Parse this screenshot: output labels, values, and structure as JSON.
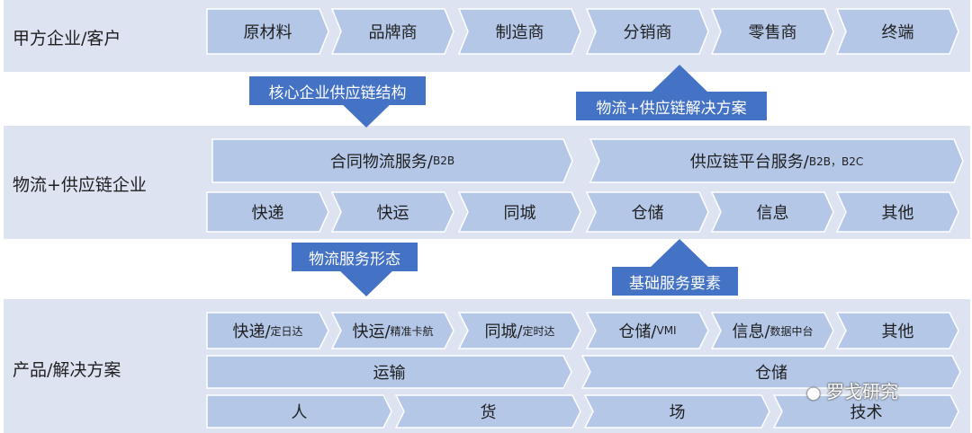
{
  "rows": {
    "client": {
      "label": "甲方企业/客户",
      "items": [
        "原材料",
        "品牌商",
        "制造商",
        "分销商",
        "零售商",
        "终端"
      ]
    },
    "logistics": {
      "label": "物流+供应链企业",
      "contract": {
        "main": "合同物流服务/",
        "sub": "B2B"
      },
      "platform": {
        "main": "供应链平台服务/",
        "sub": "B2B，B2C"
      },
      "items": [
        "快递",
        "快运",
        "同城",
        "仓储",
        "信息",
        "其他"
      ]
    },
    "product": {
      "label": "产品/解决方案",
      "items": [
        {
          "main": "快递/",
          "sub": "定日达"
        },
        {
          "main": "快运/",
          "sub": "精准卡航"
        },
        {
          "main": "同城/",
          "sub": "定时达"
        },
        {
          "main": "仓储/",
          "sub": "VMI"
        },
        {
          "main": "信息/",
          "sub": "数据中台"
        },
        {
          "main": "其他",
          "sub": ""
        }
      ],
      "mid": [
        "运输",
        "仓储"
      ],
      "bottom": [
        "人",
        "货",
        "场",
        "技术"
      ]
    }
  },
  "callouts": {
    "core_structure": "核心企业供应链结构",
    "solution": "物流+供应链解决方案",
    "service_form": "物流服务形态",
    "basic_elements": "基础服务要素"
  },
  "watermark": "罗戈研究",
  "colors": {
    "band": "#dde3f1",
    "chevron_fill": "#b4c7e7",
    "chevron_stroke": "#ffffff",
    "callout": "#4472c4"
  }
}
